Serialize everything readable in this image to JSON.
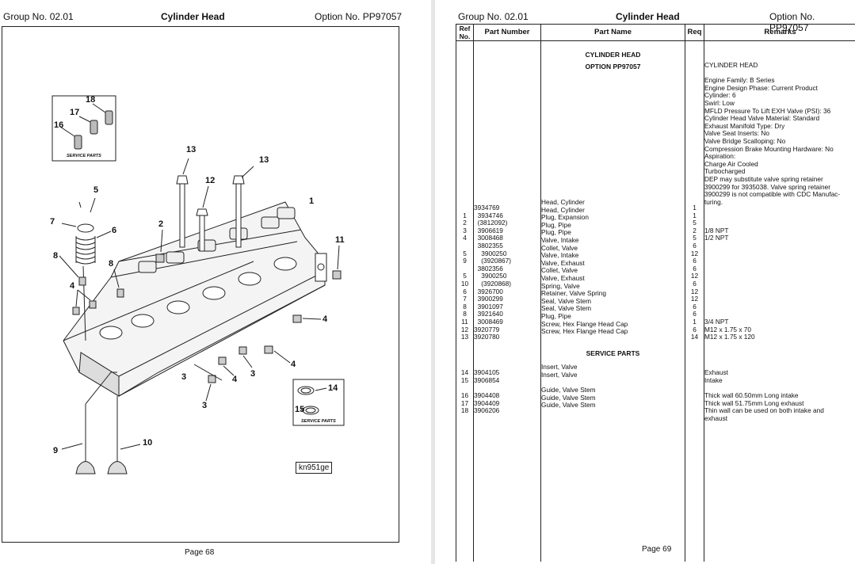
{
  "left": {
    "group": "Group No. 02.01",
    "title": "Cylinder Head",
    "option": "Option No. PP97057",
    "footer": "Page 68",
    "figure_tag": "kn951ge",
    "service_parts_label": "SERVICE PARTS",
    "callouts": [
      "18",
      "17",
      "16",
      "13",
      "13",
      "12",
      "5",
      "7",
      "6",
      "2",
      "1",
      "11",
      "8",
      "8",
      "4",
      "4",
      "4",
      "4",
      "3",
      "3",
      "3",
      "14",
      "15",
      "9",
      "10"
    ]
  },
  "right": {
    "group": "Group No. 02.01",
    "title": "Cylinder Head",
    "option": "Option No. PP97057",
    "footer": "Page 69",
    "columns": {
      "ref": "Ref No.",
      "part": "Part Number",
      "name": "Part Name",
      "req": "Req",
      "remarks": "Remarks"
    },
    "heading1": "CYLINDER HEAD",
    "heading2": "OPTION  PP97057",
    "heading3": "SERVICE PARTS",
    "remarks_head": "CYLINDER HEAD\n\nEngine Family: B Series\nEngine Design Phase: Current Product\nCylinder: 6\nSwirl: Low\nMFLD Pressure To Lift EXH Valve (PSI): 36\nCylinder Head Valve Material: Standard\nExhaust Manifold Type: Dry\nValve Seat Inserts: No\nValve Bridge Scalloping: No\nCompression Brake Mounting Hardware: No\nAspiration:\nCharge Air Cooled\nTurbocharged\nDEP may substitute valve spring retainer\n3900299 for 3935038. Valve spring retainer\n3900299 is not compatible with CDC Manufac-\nturing.",
    "rows1": [
      {
        "ref": "",
        "part": "3934769",
        "name": "Head, Cylinder",
        "req": "1",
        "rem": ""
      },
      {
        "ref": "1",
        "part": "  3934746",
        "name": "Head, Cylinder",
        "req": "1",
        "rem": ""
      },
      {
        "ref": "2",
        "part": "  (3812092)",
        "name": "Plug, Expansion",
        "req": "5",
        "rem": ""
      },
      {
        "ref": "3",
        "part": "  3906619",
        "name": "Plug, Pipe",
        "req": "2",
        "rem": "1/8 NPT"
      },
      {
        "ref": "4",
        "part": "  3008468",
        "name": "Plug, Pipe",
        "req": "5",
        "rem": "1/2 NPT"
      },
      {
        "ref": "",
        "part": "  3802355",
        "name": "Valve, Intake",
        "req": "6",
        "rem": ""
      },
      {
        "ref": "5",
        "part": "    3900250",
        "name": "Collet, Valve",
        "req": "12",
        "rem": ""
      },
      {
        "ref": "9",
        "part": "    (3920867)",
        "name": "Valve, Intake",
        "req": "6",
        "rem": ""
      },
      {
        "ref": "",
        "part": "  3802356",
        "name": "Valve, Exhaust",
        "req": "6",
        "rem": ""
      },
      {
        "ref": "5",
        "part": "    3900250",
        "name": "Collet, Valve",
        "req": "12",
        "rem": ""
      },
      {
        "ref": "10",
        "part": "    (3920868)",
        "name": "Valve, Exhaust",
        "req": "6",
        "rem": ""
      },
      {
        "ref": "6",
        "part": "  3926700",
        "name": "Spring, Valve",
        "req": "12",
        "rem": ""
      },
      {
        "ref": "7",
        "part": "  3900299",
        "name": "Retainer, Valve Spring",
        "req": "12",
        "rem": ""
      },
      {
        "ref": "8",
        "part": "  3901097",
        "name": "Seal, Valve Stem",
        "req": "6",
        "rem": ""
      },
      {
        "ref": "8",
        "part": "  3921640",
        "name": "Seal, Valve Stem",
        "req": "6",
        "rem": ""
      },
      {
        "ref": "11",
        "part": "  3008469",
        "name": "Plug, Pipe",
        "req": "1",
        "rem": "3/4 NPT"
      },
      {
        "ref": "12",
        "part": "3920779",
        "name": "Screw, Hex Flange Head Cap",
        "req": "6",
        "rem": "M12 x 1.75 x 70"
      },
      {
        "ref": "13",
        "part": "3920780",
        "name": "Screw, Hex Flange Head Cap",
        "req": "14",
        "rem": "M12 x 1.75 x 120"
      }
    ],
    "rows2": [
      {
        "ref": "14",
        "part": "3904105",
        "name": "Insert, Valve",
        "req": "",
        "rem": "Exhaust"
      },
      {
        "ref": "15",
        "part": "3906854",
        "name": "Insert, Valve",
        "req": "",
        "rem": "Intake"
      }
    ],
    "rows3": [
      {
        "ref": "16",
        "part": "3904408",
        "name": "Guide, Valve Stem",
        "req": "",
        "rem": "Thick wall 60.50mm Long intake"
      },
      {
        "ref": "17",
        "part": "3904409",
        "name": "Guide, Valve Stem",
        "req": "",
        "rem": "Thick wall 51.75mm Long exhaust"
      },
      {
        "ref": "18",
        "part": "3906206",
        "name": "Guide, Valve Stem",
        "req": "",
        "rem": "Thin wall can be used on both intake and\nexhaust"
      }
    ]
  }
}
